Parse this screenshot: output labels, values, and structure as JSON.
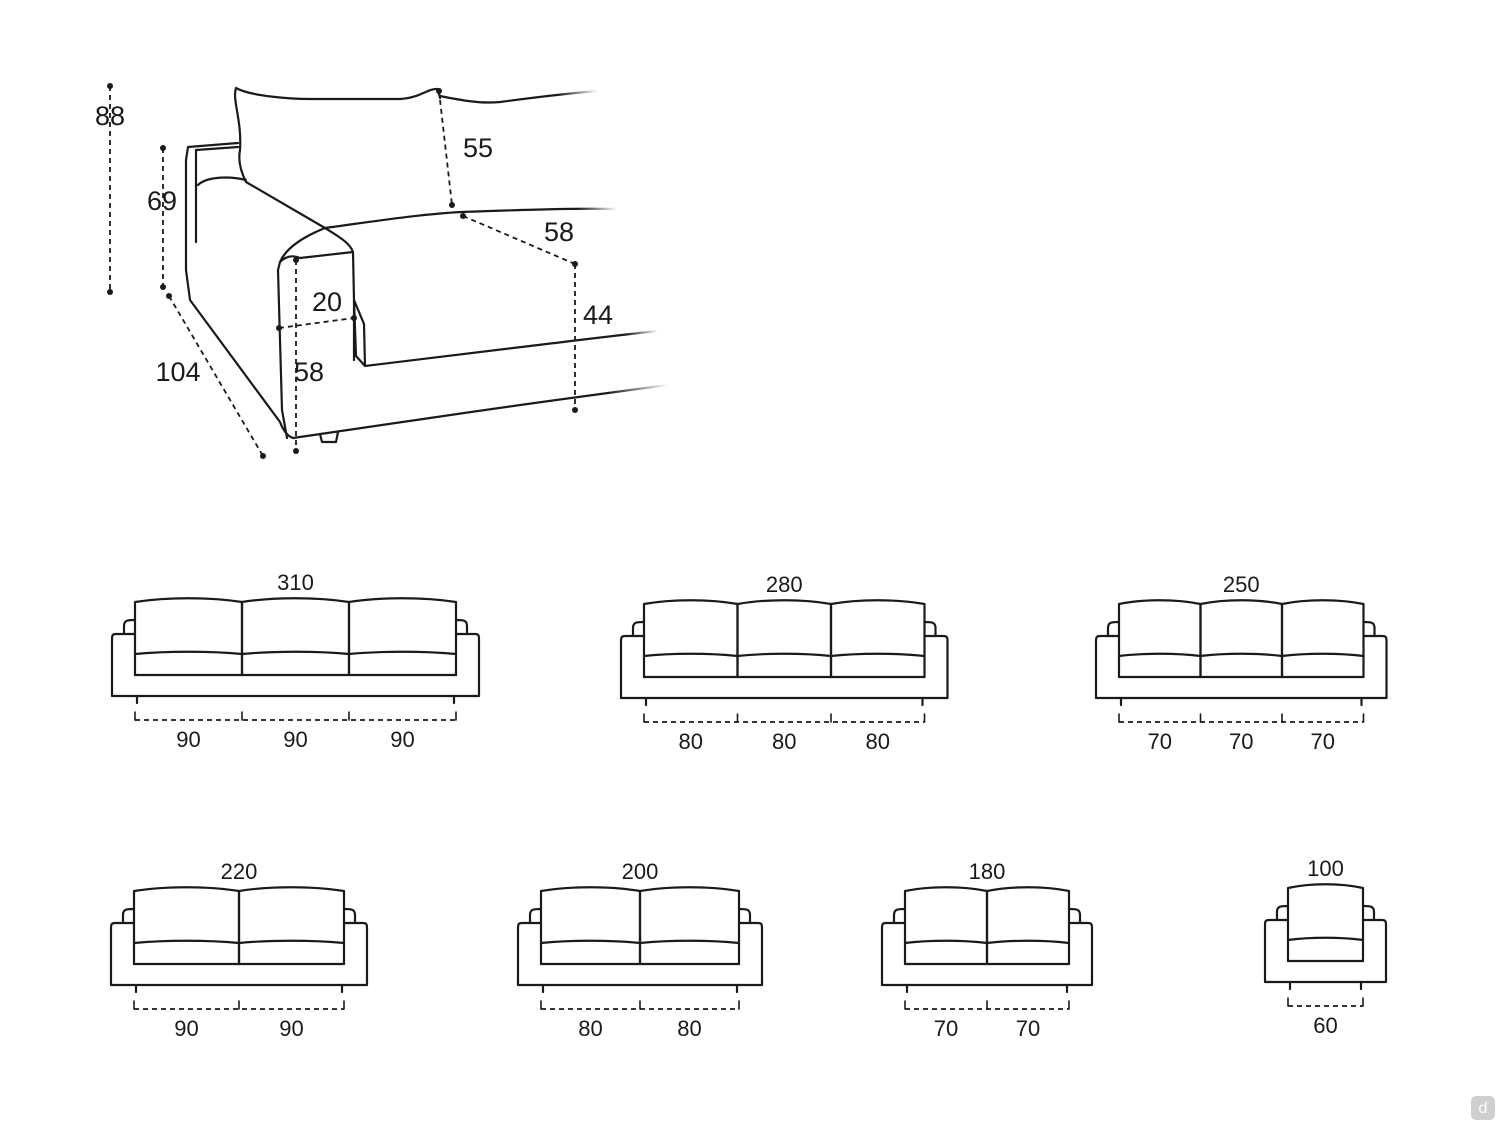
{
  "armchair_detail": {
    "dimensions": {
      "total_height": "88",
      "arm_height": "69",
      "back_cushion_height": "55",
      "seat_depth": "58",
      "seat_height": "44",
      "arm_width": "20",
      "depth": "104",
      "arm_front_height": "58"
    }
  },
  "sofa_models": [
    {
      "total_width": "310",
      "seat_modules": [
        "90",
        "90",
        "90"
      ]
    },
    {
      "total_width": "280",
      "seat_modules": [
        "80",
        "80",
        "80"
      ]
    },
    {
      "total_width": "250",
      "seat_modules": [
        "70",
        "70",
        "70"
      ]
    },
    {
      "total_width": "220",
      "seat_modules": [
        "90",
        "90"
      ]
    },
    {
      "total_width": "200",
      "seat_modules": [
        "80",
        "80"
      ]
    },
    {
      "total_width": "180",
      "seat_modules": [
        "70",
        "70"
      ]
    },
    {
      "total_width": "100",
      "seat_modules": [
        "60"
      ]
    }
  ],
  "watermark": {
    "glyph": "d"
  }
}
